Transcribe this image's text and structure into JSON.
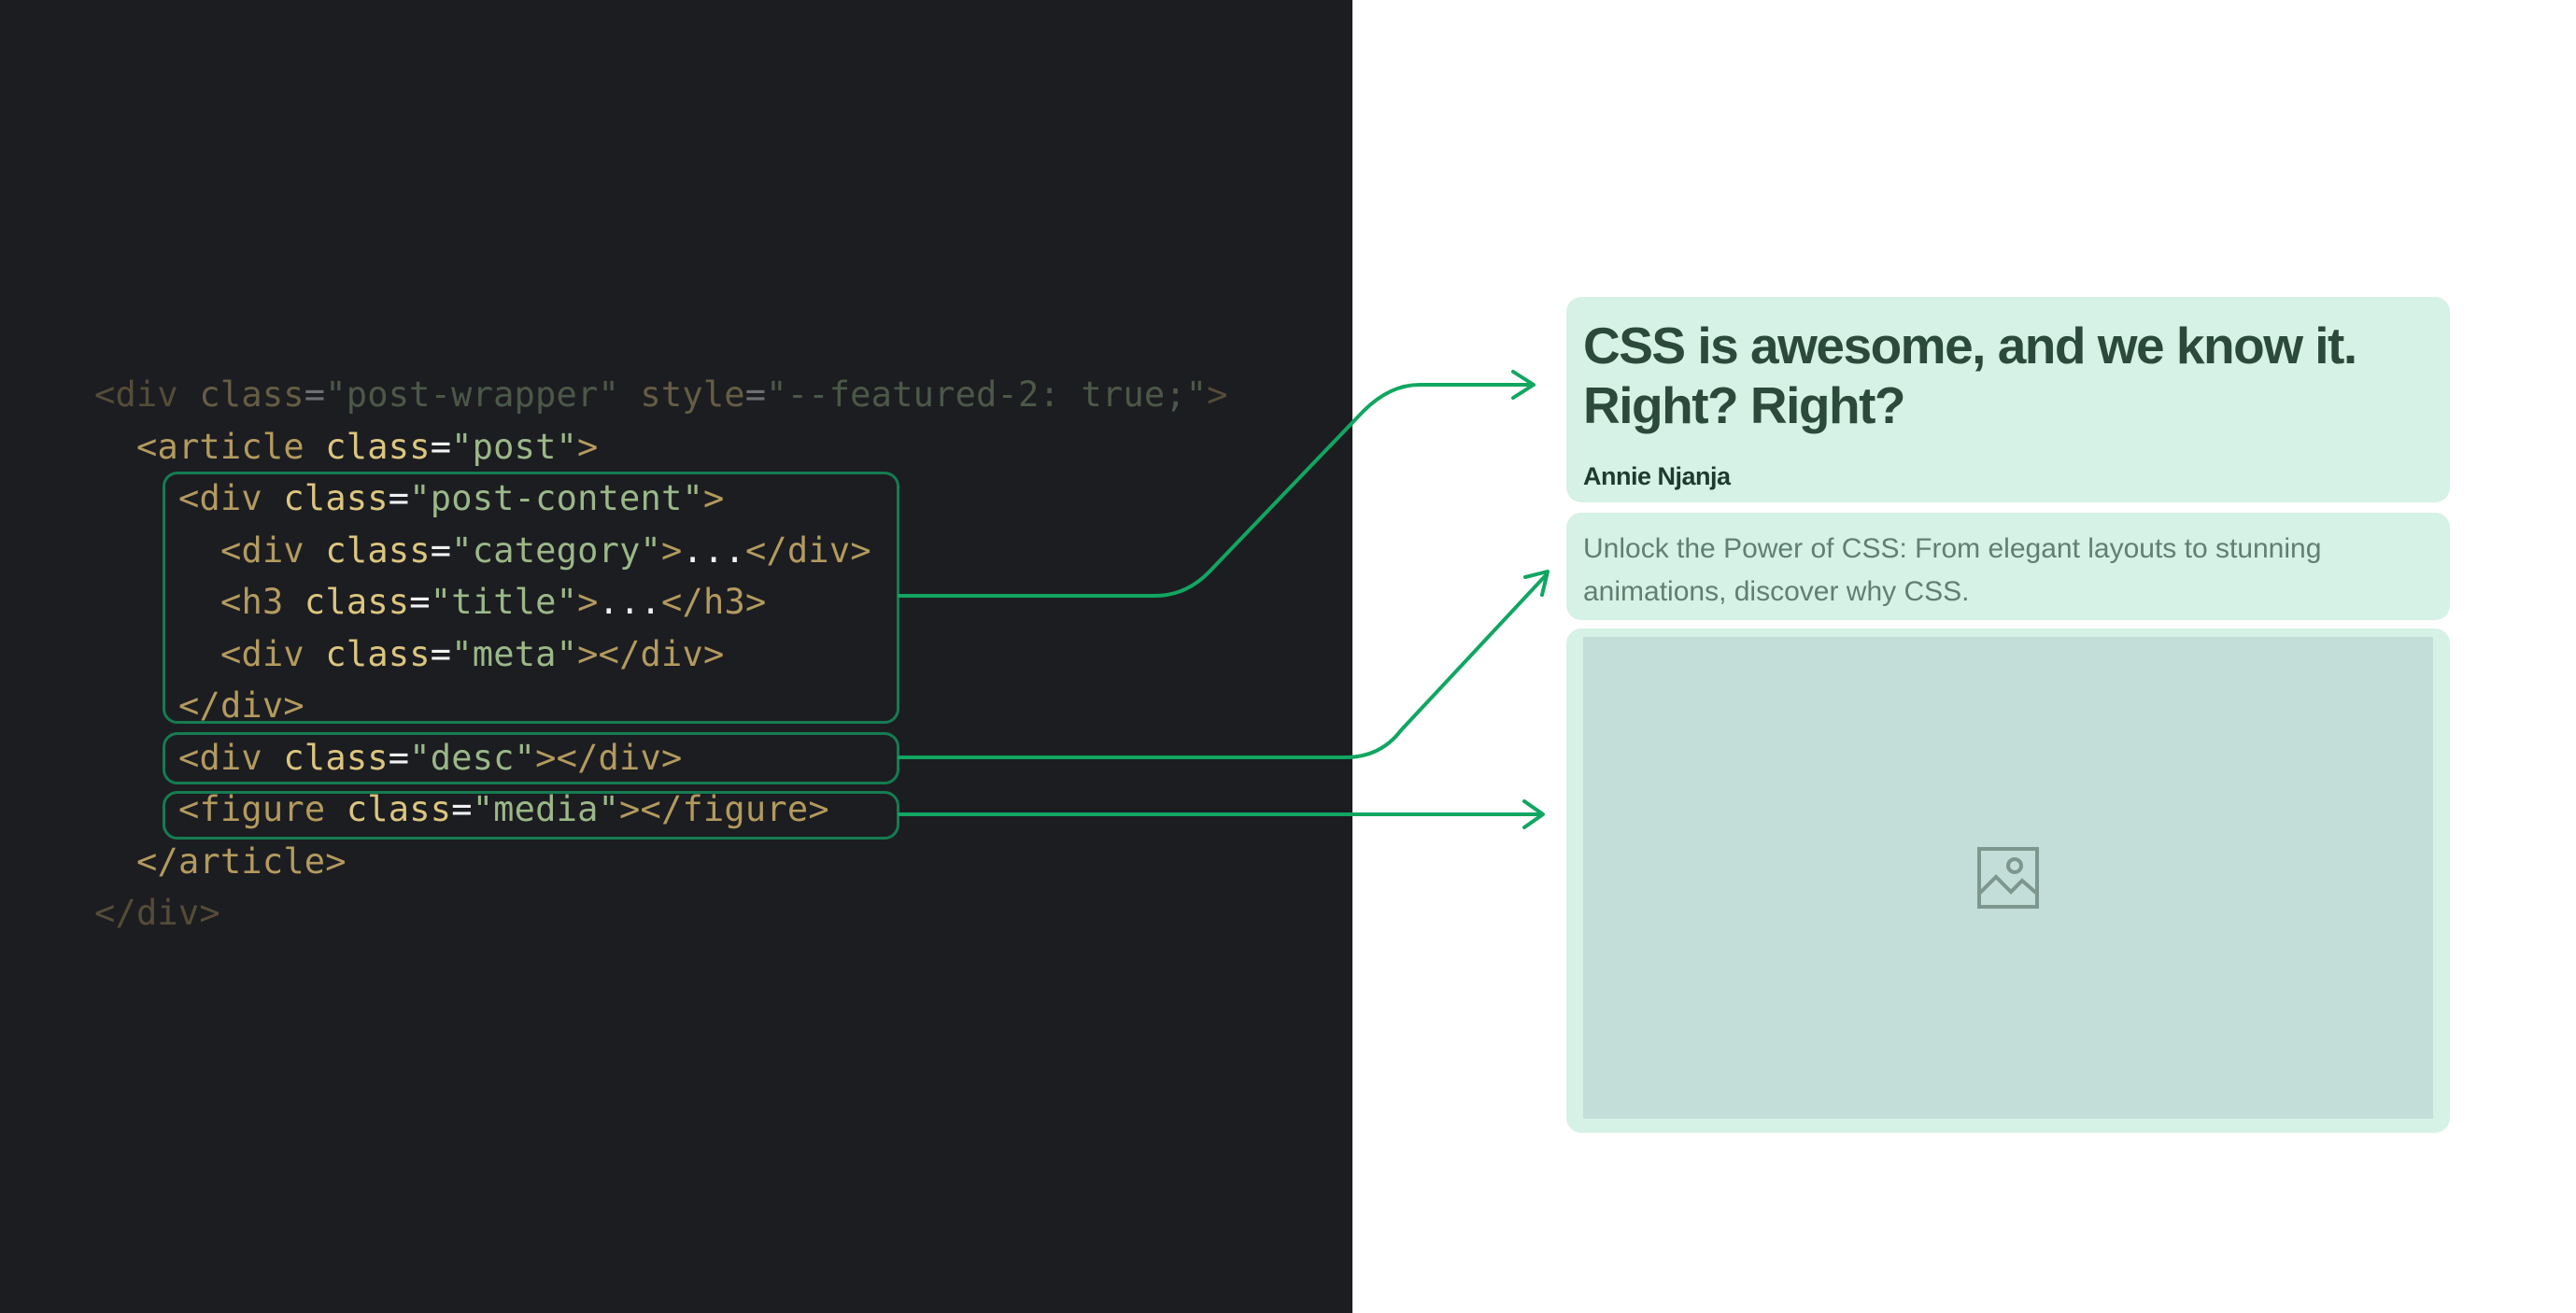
{
  "code": {
    "lines": [
      {
        "dim": true,
        "indent": 0,
        "tokens": [
          [
            "tag",
            "<div "
          ],
          [
            "attr",
            "class"
          ],
          [
            "eq",
            "="
          ],
          [
            "str",
            "\"post-wrapper\" "
          ],
          [
            "attr",
            "style"
          ],
          [
            "eq",
            "="
          ],
          [
            "str",
            "\"--featured-2: true;\""
          ],
          [
            "tag",
            ">"
          ]
        ]
      },
      {
        "dim": false,
        "indent": 1,
        "tokens": [
          [
            "tag",
            "<article "
          ],
          [
            "attr",
            "class"
          ],
          [
            "eq",
            "="
          ],
          [
            "str",
            "\"post\""
          ],
          [
            "tag",
            ">"
          ]
        ]
      },
      {
        "dim": false,
        "indent": 2,
        "tokens": [
          [
            "tag",
            "<div "
          ],
          [
            "attr",
            "class"
          ],
          [
            "eq",
            "="
          ],
          [
            "str",
            "\"post-content\""
          ],
          [
            "tag",
            ">"
          ]
        ]
      },
      {
        "dim": false,
        "indent": 3,
        "tokens": [
          [
            "tag",
            "<div "
          ],
          [
            "attr",
            "class"
          ],
          [
            "eq",
            "="
          ],
          [
            "str",
            "\"category\""
          ],
          [
            "tag",
            ">"
          ],
          [
            "dots",
            "..."
          ],
          [
            "tag",
            "</div>"
          ]
        ]
      },
      {
        "dim": false,
        "indent": 3,
        "tokens": [
          [
            "tag",
            "<h3 "
          ],
          [
            "attr",
            "class"
          ],
          [
            "eq",
            "="
          ],
          [
            "str",
            "\"title\""
          ],
          [
            "tag",
            ">"
          ],
          [
            "dots",
            "..."
          ],
          [
            "tag",
            "</h3>"
          ]
        ]
      },
      {
        "dim": false,
        "indent": 3,
        "tokens": [
          [
            "tag",
            "<div "
          ],
          [
            "attr",
            "class"
          ],
          [
            "eq",
            "="
          ],
          [
            "str",
            "\"meta\""
          ],
          [
            "tag",
            "></div>"
          ]
        ]
      },
      {
        "dim": false,
        "indent": 2,
        "tokens": [
          [
            "tag",
            "</div>"
          ]
        ]
      },
      {
        "dim": false,
        "indent": 2,
        "tokens": [
          [
            "tag",
            "<div "
          ],
          [
            "attr",
            "class"
          ],
          [
            "eq",
            "="
          ],
          [
            "str",
            "\"desc\""
          ],
          [
            "tag",
            "></div>"
          ]
        ]
      },
      {
        "dim": false,
        "indent": 2,
        "tokens": [
          [
            "tag",
            "<figure "
          ],
          [
            "attr",
            "class"
          ],
          [
            "eq",
            "="
          ],
          [
            "str",
            "\"media\""
          ],
          [
            "tag",
            "></figure>"
          ]
        ]
      },
      {
        "dim": false,
        "indent": 1,
        "tokens": [
          [
            "tag",
            "</article>"
          ]
        ]
      },
      {
        "dim": true,
        "indent": 0,
        "tokens": [
          [
            "tag",
            "</div>"
          ]
        ]
      }
    ]
  },
  "card": {
    "title": "CSS is awesome, and we know it. Right? Right?",
    "author": "Annie Njanja",
    "description": "Unlock the Power of CSS: From elegant layouts to stunning animations, discover why CSS.",
    "media_icon": "image-placeholder-icon"
  },
  "colors": {
    "code_bg": "#1c1d21",
    "connector": "#11a661",
    "highlight_border": "#157c52",
    "card_bg": "#d6f1e5",
    "media_bg": "#c3ded8"
  }
}
